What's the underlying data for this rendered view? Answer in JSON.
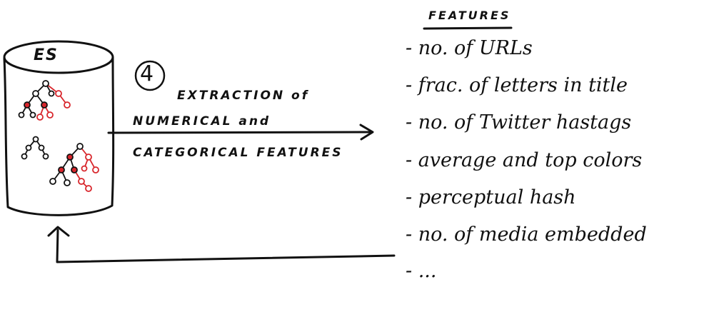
{
  "database": {
    "label": "ES"
  },
  "step": {
    "number": "4",
    "lines": [
      "EXTRACTION of",
      "NUMERICAL and",
      "CATEGORICAL FEATURES"
    ]
  },
  "features": {
    "title": "FEATURES",
    "items": [
      "- no. of URLs",
      "- frac. of letters in title",
      "- no. of Twitter hastags",
      "- average and top colors",
      "- perceptual hash",
      "- no. of media embedded",
      "- ..."
    ]
  },
  "colors": {
    "ink": "#111111",
    "highlight": "#d8262c"
  }
}
